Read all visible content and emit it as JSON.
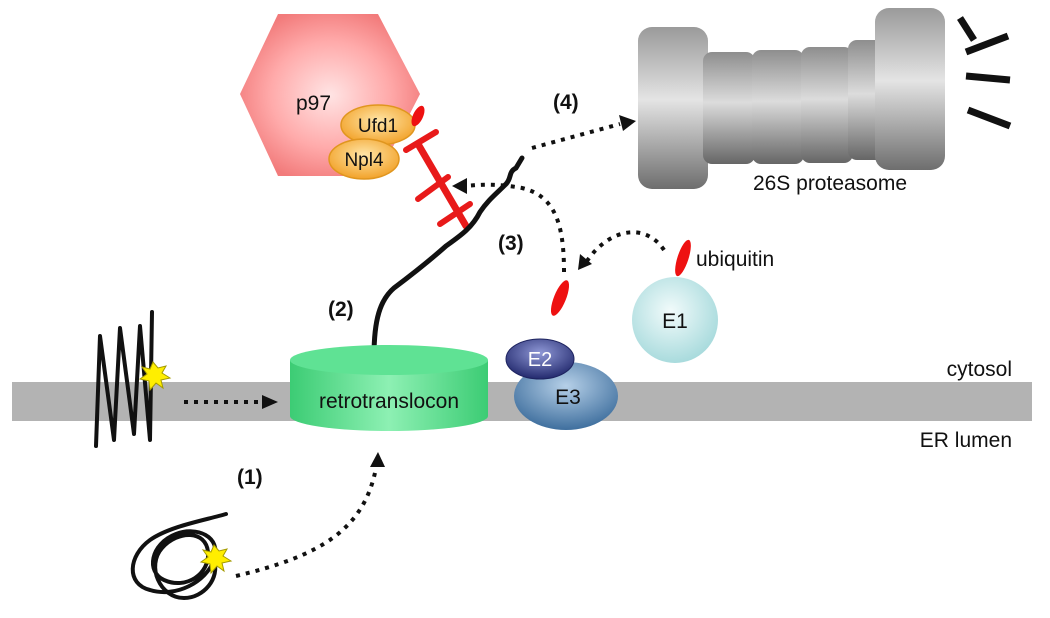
{
  "labels": {
    "p97": "p97",
    "ufd1": "Ufd1",
    "npl4": "Npl4",
    "proteasome": "26S proteasome",
    "ubiquitin": "ubiquitin",
    "e1": "E1",
    "e2": "E2",
    "e3": "E3",
    "retrotranslocon": "retrotranslocon",
    "cytosol": "cytosol",
    "er_lumen": "ER lumen"
  },
  "steps": {
    "s1": "(1)",
    "s2": "(2)",
    "s3": "(3)",
    "s4": "(4)"
  },
  "colors": {
    "membrane": "#b3b3b3",
    "ubiquitin": "#ee1111",
    "chain": "#111111",
    "misfold_mark": "#ffee00"
  }
}
